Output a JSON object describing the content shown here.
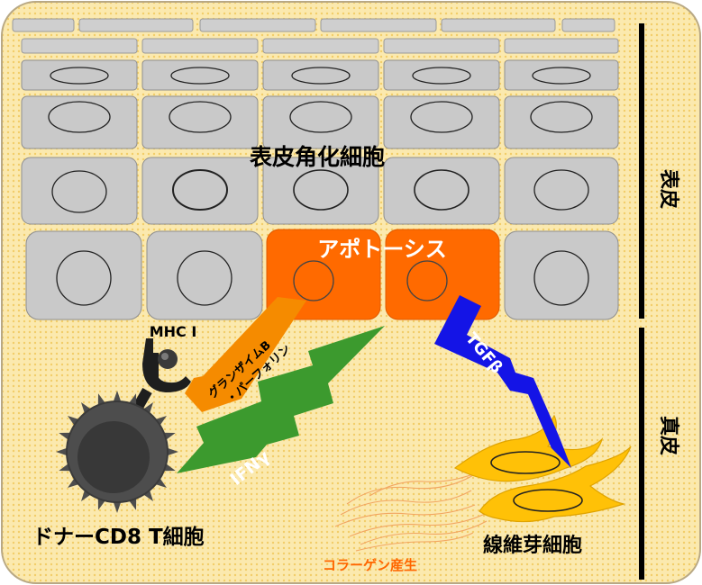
{
  "labels": {
    "keratinocytes": "表皮角化細胞",
    "apoptosis": "アポトーシス",
    "mhc": "MHC I",
    "granzyme_line1": "グランザイムB",
    "granzyme_line2": "・パーフォリン",
    "ifn": "IFNγ",
    "tgf": "TGFβ",
    "donor_cell": "ドナーCD8 T細胞",
    "fibroblast": "線維芽細胞",
    "collagen": "コラーゲン産生",
    "epidermis": "表皮",
    "dermis": "真皮"
  },
  "colors": {
    "background": "#fbe9ae",
    "dots": "#f3cf6a",
    "cell": "#c9c9c9",
    "apoptotic_cell": "#ff6a00",
    "granzyme_arrow": "#f58b00",
    "ifn_arrow": "#3c9a2e",
    "tgf_arrow": "#1414e6",
    "fibroblast": "#ffc107",
    "collagen_lines": "#f2a561",
    "t_cell": "#4d4d4d",
    "collagen_text": "#ff6600"
  }
}
